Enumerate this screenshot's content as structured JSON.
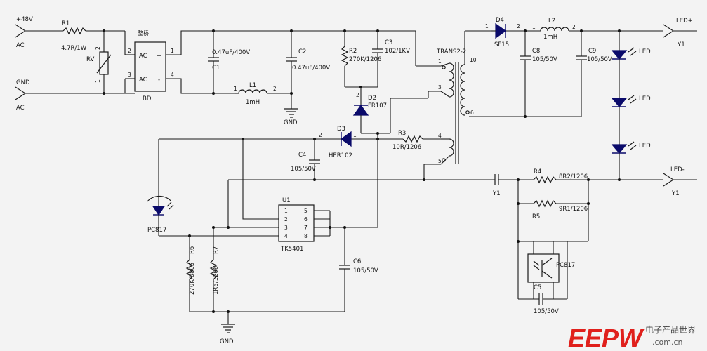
{
  "ports": {
    "vin": "+48V",
    "ac_top": "AC",
    "gnd_in": "GND",
    "ac_bottom": "AC",
    "led_plus": "LED+",
    "y1_top": "Y1",
    "led_minus": "LED-",
    "y1_bottom": "Y1"
  },
  "bridge": {
    "name": "整桥",
    "ac_top": "AC",
    "ac_bottom": "AC",
    "plus": "+",
    "minus": "-",
    "ref": "BD",
    "p1": "1",
    "p2": "2",
    "p3": "3",
    "p4": "4"
  },
  "components": {
    "r1": {
      "ref": "R1",
      "value": "4.7R/1W"
    },
    "rv": {
      "ref": "RV",
      "p1": "1",
      "p2": "2"
    },
    "c1": {
      "ref": "C1",
      "value": "0.47uF/400V"
    },
    "c2": {
      "ref": "C2",
      "value": "0.47uF/400V"
    },
    "l1": {
      "ref": "L1",
      "value": "1mH",
      "p1": "1",
      "p2": "2"
    },
    "gnd_mid": "GND",
    "r2": {
      "ref": "R2",
      "value": "270K/1206"
    },
    "c3": {
      "ref": "C3",
      "value": "102/1KV"
    },
    "d2": {
      "ref": "D2",
      "value": "FR107",
      "pin": "2"
    },
    "d3": {
      "ref": "D3",
      "value": "HER102",
      "p1": "1",
      "p2": "2"
    },
    "r3": {
      "ref": "R3",
      "value": "10R/1206"
    },
    "c4": {
      "ref": "C4",
      "value": "105/50V"
    },
    "trans": {
      "ref": "TRANS2-2",
      "p1": "1",
      "p3": "3",
      "p4": "4",
      "p5": "5",
      "p6": "6",
      "p10": "10"
    },
    "d4": {
      "ref": "D4",
      "value": "SF15",
      "p1": "1",
      "p2": "2"
    },
    "l2": {
      "ref": "L2",
      "value": "1mH",
      "p1": "1",
      "p2": "2"
    },
    "c8": {
      "ref": "C8",
      "value": "105/50V"
    },
    "c9": {
      "ref": "C9",
      "value": "105/50V"
    },
    "led1": "LED",
    "led2": "LED",
    "led3": "LED",
    "y1_cap": "Y1",
    "r4": {
      "ref": "R4",
      "value": "8R2/1206"
    },
    "r5": {
      "ref": "R5",
      "value": "9R1/1206"
    },
    "pc817_right": "PC817",
    "c5": {
      "ref": "C5",
      "value": "105/50V"
    },
    "pc817_left": "PC817",
    "u1": {
      "ref": "U1",
      "part": "TK5401",
      "pins": [
        "1",
        "2",
        "3",
        "4",
        "5",
        "6",
        "7",
        "8"
      ]
    },
    "r6": {
      "ref": "R6",
      "value": "270K/0805"
    },
    "r7": {
      "ref": "R7",
      "value": "1R5/1206"
    },
    "c6": {
      "ref": "C6",
      "value": "105/50V"
    },
    "gnd_bottom": "GND"
  },
  "watermark": {
    "logo": "EEPW",
    "cn": "电子产品世界",
    "url": ".com.cn",
    "colors": [
      "#e0201c",
      "#c41a17"
    ]
  }
}
